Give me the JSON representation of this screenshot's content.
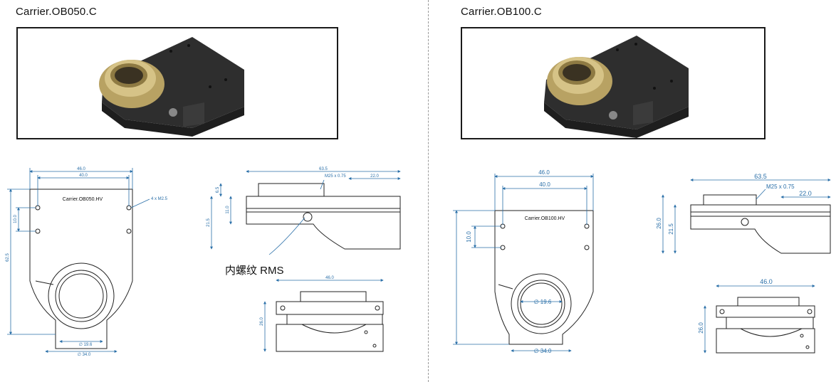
{
  "left": {
    "title": "Carrier.OB050.C",
    "front_label": "Carrier.OB050.HV",
    "dims": {
      "top_outer": "46.0",
      "top_inner": "40.0",
      "hole_spacing": "10.0",
      "height": "62.5",
      "bore": "∅ 19.6",
      "ring": "∅ 34.0",
      "side_total": "63.5",
      "side_right": "22.0",
      "side_h1": "6.5",
      "side_h2": "11.0",
      "side_h3": "21.5",
      "thread": "M25 x 0.75",
      "holes": "4 x M2.5",
      "bottom_width": "46.0",
      "bottom_height": "26.0"
    },
    "note": "内螺纹 RMS"
  },
  "right": {
    "title": "Carrier.OB100.C",
    "front_label": "Carrier.OB100.HV",
    "dims": {
      "top_outer": "46.0",
      "top_inner": "40.0",
      "hole_spacing": "10.0",
      "bore": "∅ 19.6",
      "ring": "∅ 34.0",
      "side_total": "63.5",
      "side_right": "22.0",
      "side_h1": "26.0",
      "side_h2": "21.5",
      "thread": "M25 x 0.75",
      "bottom_width": "46.0",
      "bottom_height": "26.0"
    }
  },
  "colors": {
    "dimension": "#2a6fa8",
    "brass": "#c8b273",
    "body": "#2c2c2c"
  }
}
